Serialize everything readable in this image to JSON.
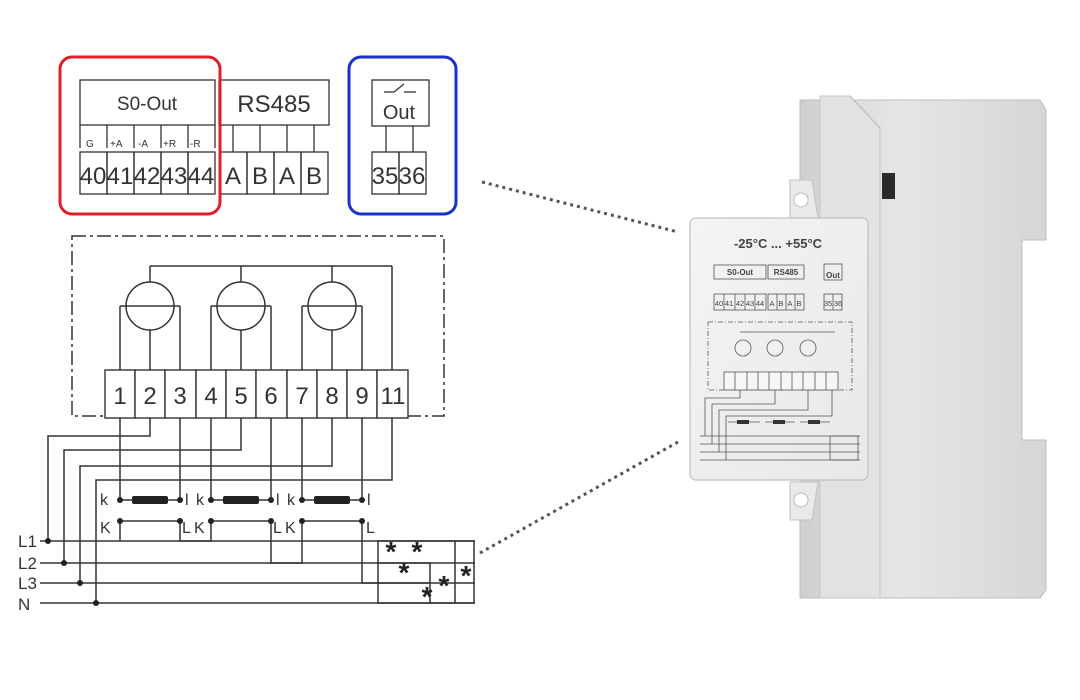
{
  "schematic": {
    "s0_header": "S0-Out",
    "s0_signals": [
      "G",
      "+A",
      "-A",
      "+R",
      "-R"
    ],
    "s0_terminals": [
      "40",
      "41",
      "42",
      "43",
      "44"
    ],
    "rs485_header": "RS485",
    "rs485_terminals": [
      "A",
      "B",
      "A",
      "B"
    ],
    "out_header": "Out",
    "out_terminals": [
      "35",
      "36"
    ],
    "meter_terminals": [
      "1",
      "2",
      "3",
      "4",
      "5",
      "6",
      "7",
      "8",
      "9",
      "11"
    ],
    "ct_small_labels": [
      "k",
      "l",
      "k",
      "l",
      "k",
      "l"
    ],
    "ct_big_labels": [
      "K",
      "L",
      "K",
      "L",
      "K",
      "L"
    ],
    "line_labels": [
      "L1",
      "L2",
      "L3",
      "N"
    ]
  },
  "device": {
    "temp_range": "-25°C ... +55°C"
  },
  "colors": {
    "highlight_s0": "#e02028",
    "highlight_out": "#1a32c8",
    "ink": "#222222",
    "device_face": "#efefef",
    "device_side": "#dcdcdc"
  }
}
